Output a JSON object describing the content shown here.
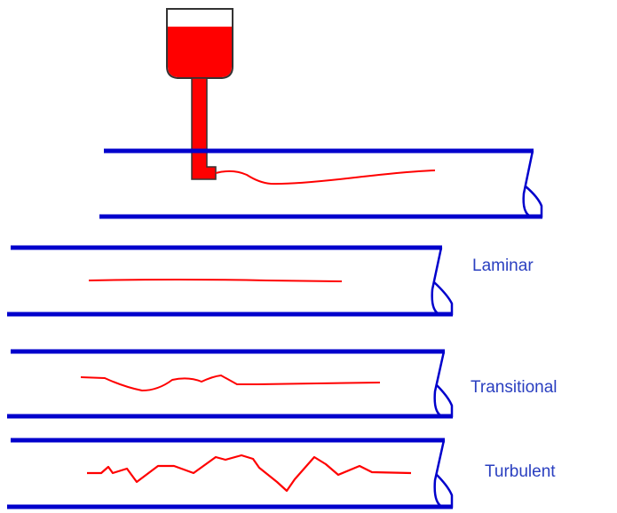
{
  "labels": {
    "laminar": "Laminar",
    "transitional": "Transitional",
    "turbulent": "Turbulent"
  },
  "colors": {
    "pipe": "#0000cc",
    "dye": "#ff0000",
    "label": "#2a3fc0",
    "outline": "#333333"
  }
}
